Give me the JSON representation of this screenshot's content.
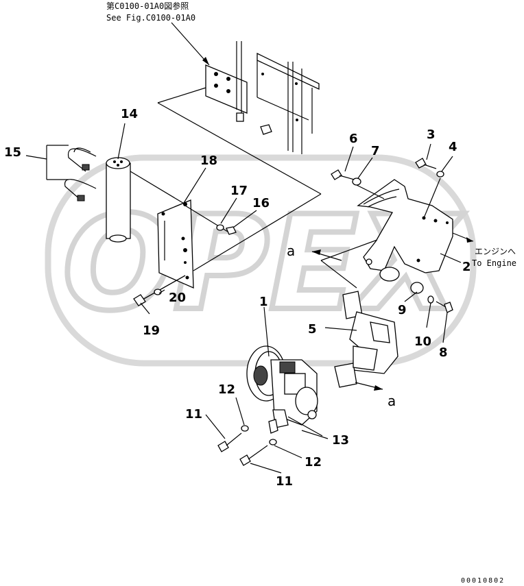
{
  "references": {
    "see_fig_jp": "第C0100-01A0図参照",
    "see_fig_en": "See Fig.C0100-01A0",
    "to_engine_jp": "エンジンへ",
    "to_engine_en": "To Engine"
  },
  "view_markers": {
    "upper": "a",
    "lower": "a"
  },
  "part_labels": {
    "p1": "1",
    "p2": "2",
    "p3": "3",
    "p4": "4",
    "p5": "5",
    "p6": "6",
    "p7": "7",
    "p8": "8",
    "p9": "9",
    "p10": "10",
    "p11a": "11",
    "p11b": "11",
    "p12a": "12",
    "p12b": "12",
    "p13": "13",
    "p14": "14",
    "p15": "15",
    "p16": "16",
    "p17": "17",
    "p18": "18",
    "p19": "19",
    "p20": "20"
  },
  "watermark": "OPEX",
  "drawing_number": "00010802"
}
